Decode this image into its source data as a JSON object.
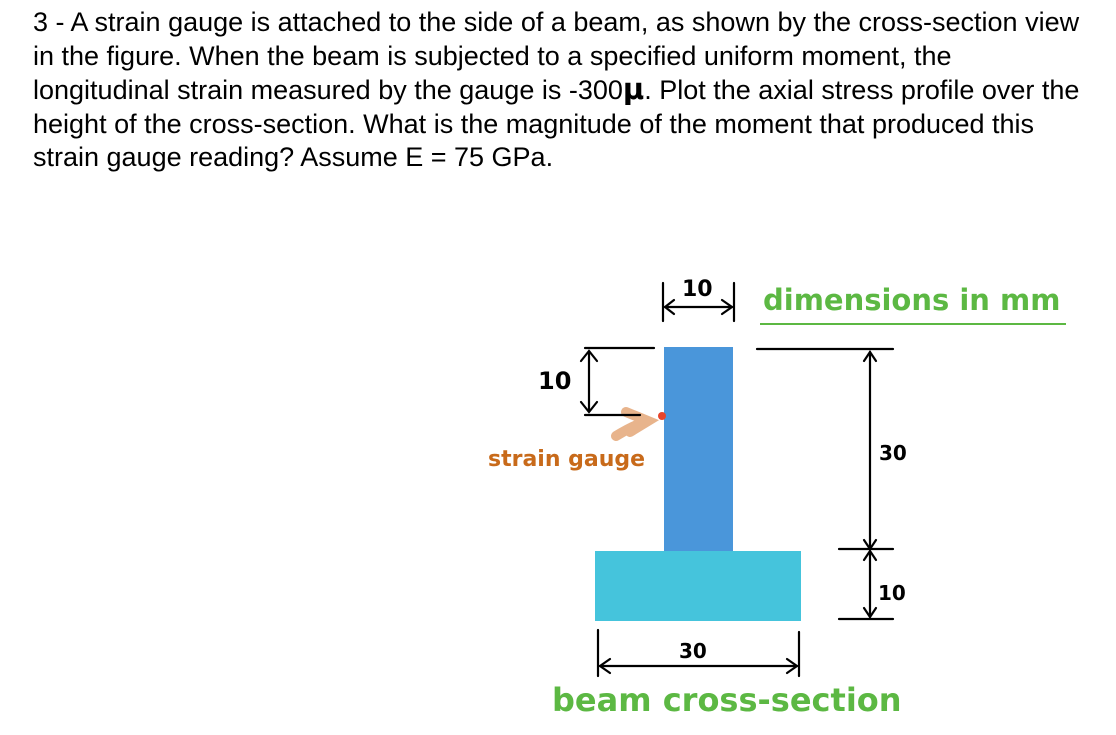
{
  "problem": {
    "part1": "3 - A strain gauge is attached to the side of a beam, as shown by the cross-section view in the figure. When the beam is subjected to a specified uniform moment, the longitudinal strain measured by the gauge is -300",
    "mu": "μ",
    "part2": ". Plot the axial stress profile over the height of the cross-section. What is the magnitude of the moment that produced this strain gauge reading? Assume E = 75 GPa."
  },
  "figure": {
    "web_width_label": "10",
    "gauge_depth_label": "10",
    "web_height_label": "30",
    "flange_height_label": "10",
    "flange_width_label": "30",
    "units_note": "dimensions in mm",
    "gauge_label": "strain gauge",
    "caption": "beam cross-section",
    "colors": {
      "web": "#4a96da",
      "flange": "#45c4dc",
      "gauge_dot": "#e8452b",
      "gauge_arrow": "#e8b48c",
      "gauge_text": "#c86a1a",
      "green_text": "#5cb843",
      "dimension": "#000000"
    }
  }
}
